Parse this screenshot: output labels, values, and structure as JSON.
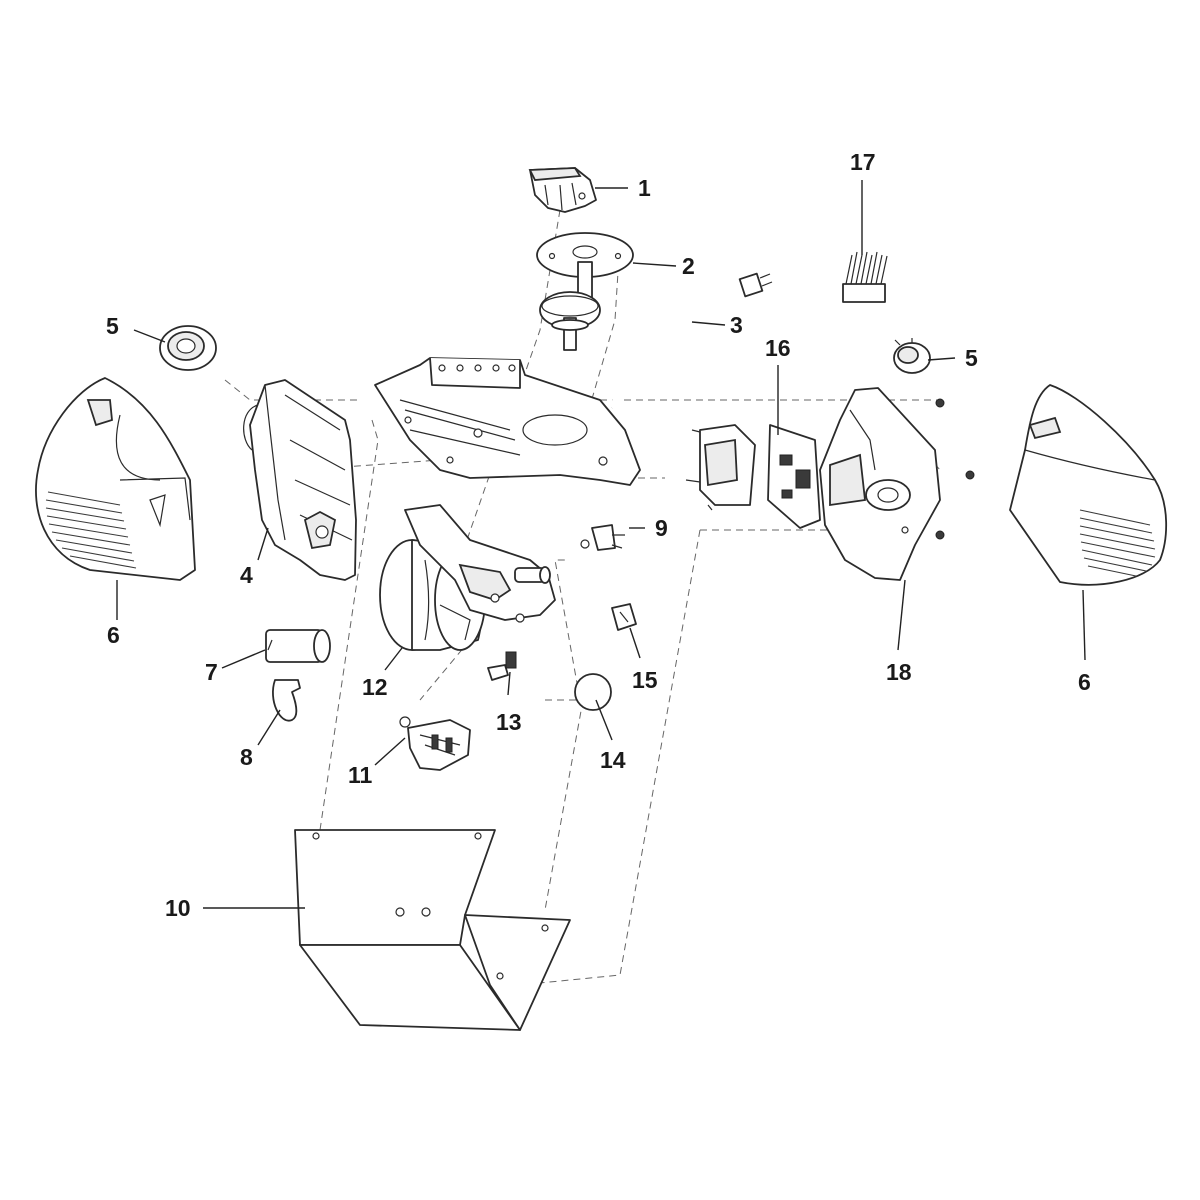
{
  "callouts": {
    "c1": "1",
    "c2": "2",
    "c3": "3",
    "c4": "4",
    "c5_left": "5",
    "c5_right": "5",
    "c6_left": "6",
    "c6_right": "6",
    "c7": "7",
    "c8": "8",
    "c9": "9",
    "c10": "10",
    "c11": "11",
    "c12": "12",
    "c13": "13",
    "c14": "14",
    "c15": "15",
    "c16": "16",
    "c17": "17",
    "c18": "18"
  }
}
